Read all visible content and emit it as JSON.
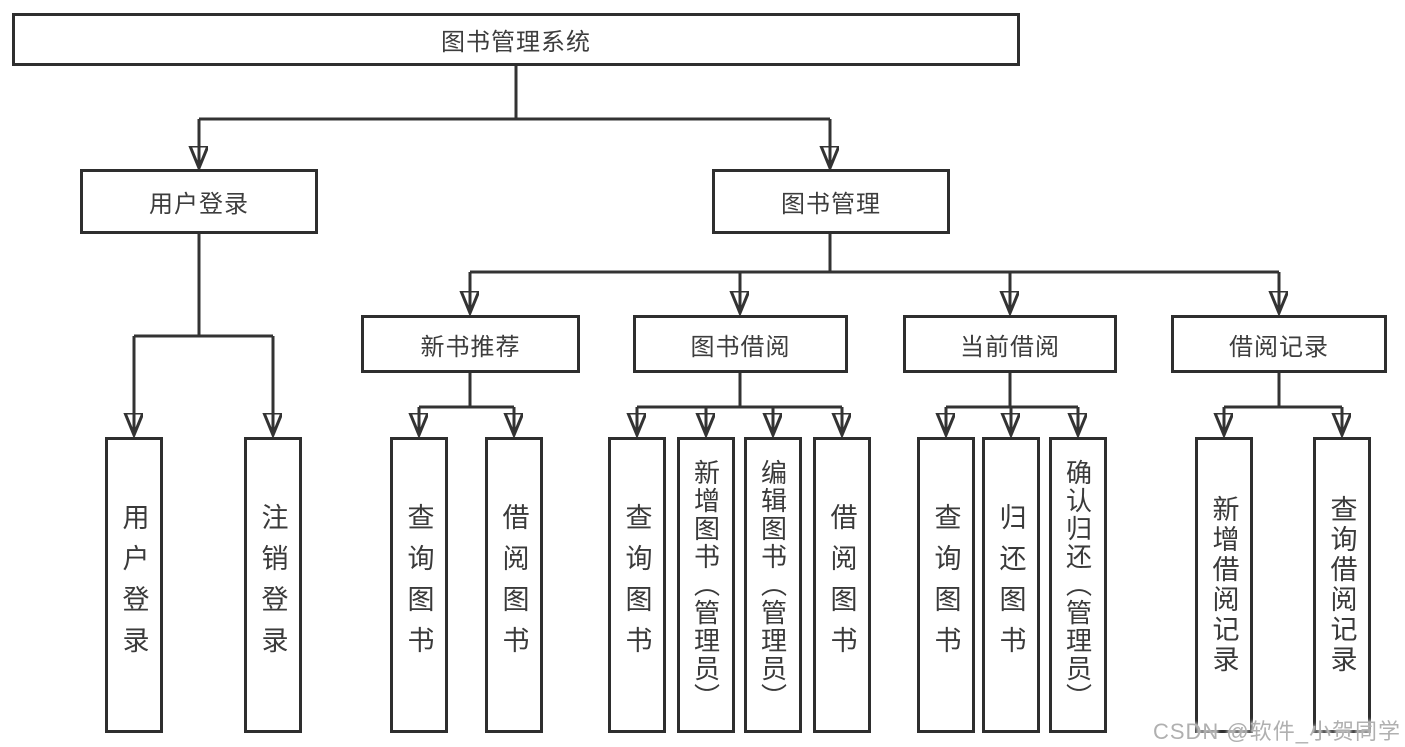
{
  "diagram": {
    "title": "图书管理系统",
    "watermark": "CSDN @软件_小贺同学",
    "level1": {
      "user_login": "用户登录",
      "book_management": "图书管理"
    },
    "level2": {
      "new_book_recommend": "新书推荐",
      "book_borrow": "图书借阅",
      "current_borrow": "当前借阅",
      "borrow_records": "借阅记录"
    },
    "leaves": {
      "user_login": "用户登录",
      "logout": "注销登录",
      "nbr_query_books": "查询图书",
      "nbr_borrow_books": "借阅图书",
      "bb_query_books": "查询图书",
      "bb_add_books": "新增图书（管理员）",
      "bb_edit_books": "编辑图书（管理员）",
      "bb_borrow_books": "借阅图书",
      "cb_query_books": "查询图书",
      "cb_return_books": "归还图书",
      "cb_confirm_return": "确认归还（管理员）",
      "br_add_record": "新增借阅记录",
      "br_query_record": "查询借阅记录"
    }
  }
}
